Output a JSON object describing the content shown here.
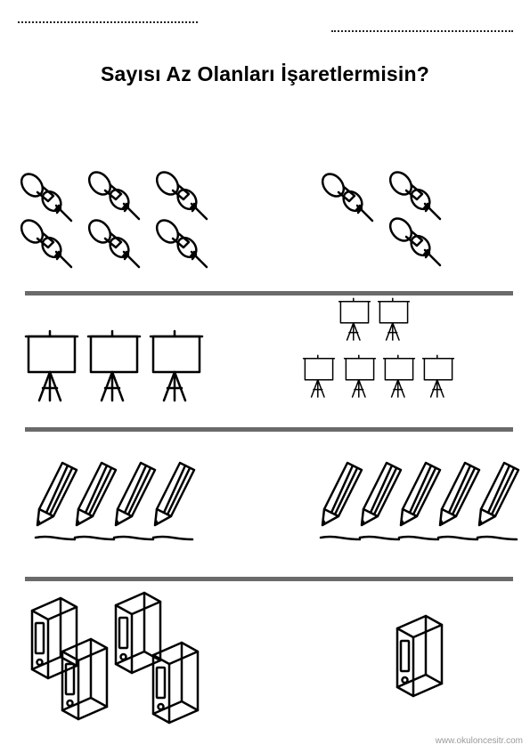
{
  "header": {
    "title": "Sayısı Az Olanları İşaretlermisin?"
  },
  "rows": [
    {
      "subject": "pushpin-icon",
      "left_count": 6,
      "right_count": 3
    },
    {
      "subject": "easel-icon",
      "left_count": 3,
      "right_count": 6
    },
    {
      "subject": "pencil-icon",
      "left_count": 4,
      "right_count": 5
    },
    {
      "subject": "binder-icon",
      "left_count": 4,
      "right_count": 1
    }
  ],
  "footer": {
    "watermark": "www.okuloncesitr.com"
  }
}
